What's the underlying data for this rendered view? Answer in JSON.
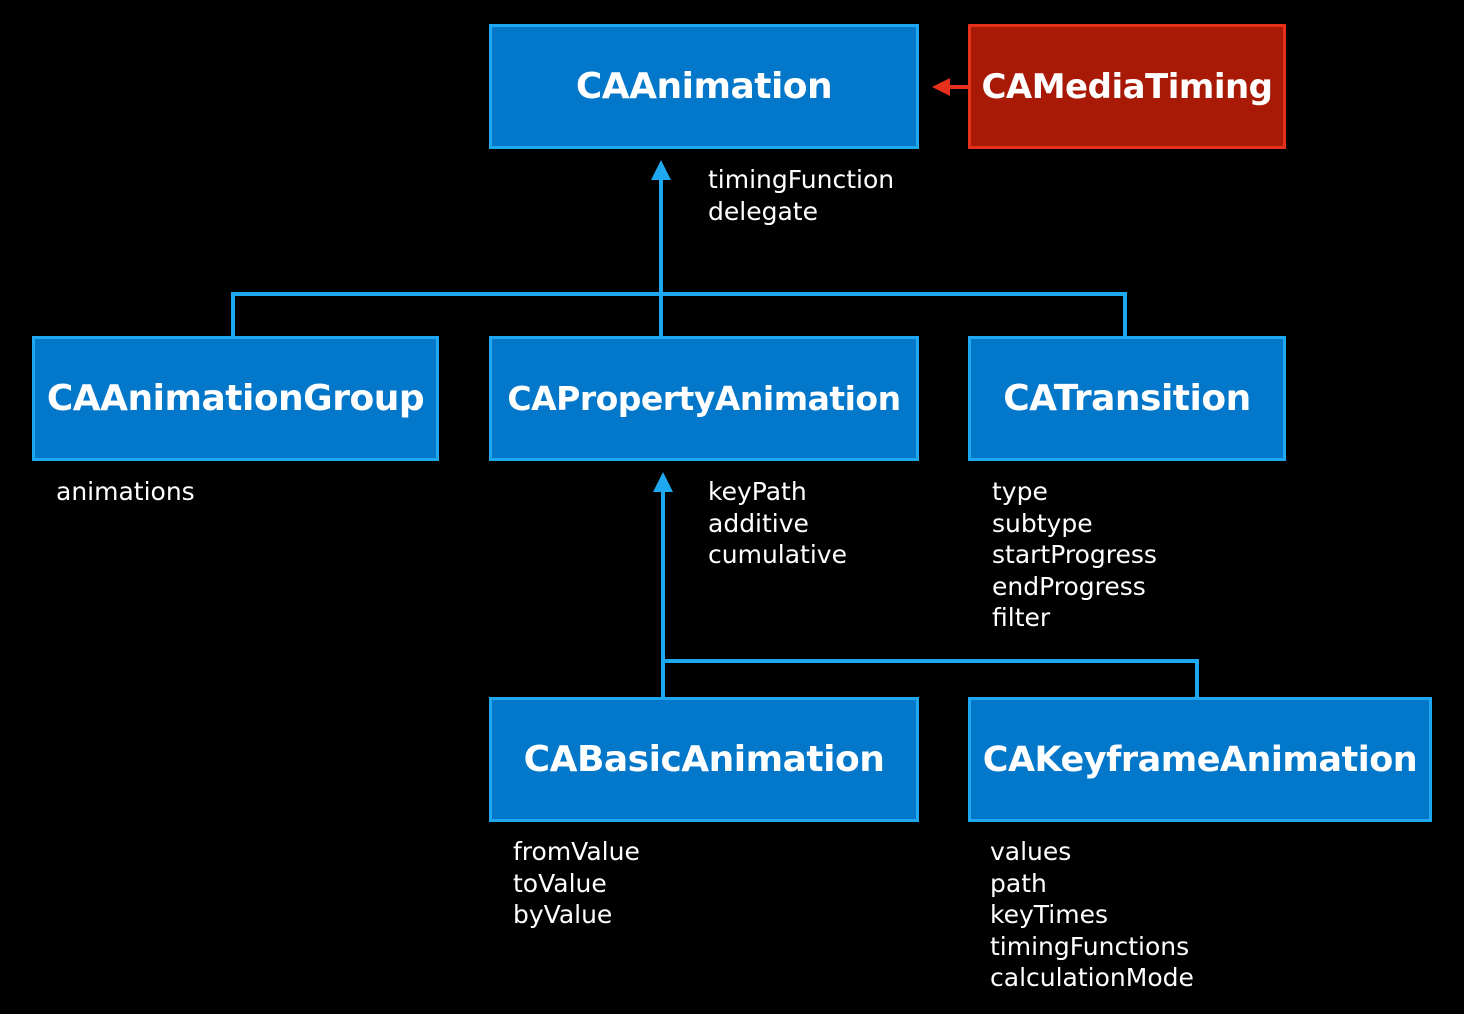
{
  "colors": {
    "background": "#000000",
    "class_box_fill": "#0377C9",
    "class_box_border": "#1EA8F0",
    "protocol_box_fill": "#A81A05",
    "protocol_box_border": "#E6301C",
    "inheritance_line": "#1EA8F0",
    "conformance_line": "#E6301C",
    "text": "#FFFFFF"
  },
  "classes": {
    "animation": {
      "name": "CAAnimation",
      "properties": [
        "timingFunction",
        "delegate"
      ]
    },
    "media_timing": {
      "name": "CAMediaTiming"
    },
    "animation_group": {
      "name": "CAAnimationGroup",
      "properties": [
        "animations"
      ]
    },
    "property_animation": {
      "name": "CAPropertyAnimation",
      "properties": [
        "keyPath",
        "additive",
        "cumulative"
      ]
    },
    "transition": {
      "name": "CATransition",
      "properties": [
        "type",
        "subtype",
        "startProgress",
        "endProgress",
        "filter"
      ]
    },
    "basic_animation": {
      "name": "CABasicAnimation",
      "properties": [
        "fromValue",
        "toValue",
        "byValue"
      ]
    },
    "keyframe_animation": {
      "name": "CAKeyframeAnimation",
      "properties": [
        "values",
        "path",
        "keyTimes",
        "timingFunctions",
        "calculationMode"
      ]
    }
  }
}
